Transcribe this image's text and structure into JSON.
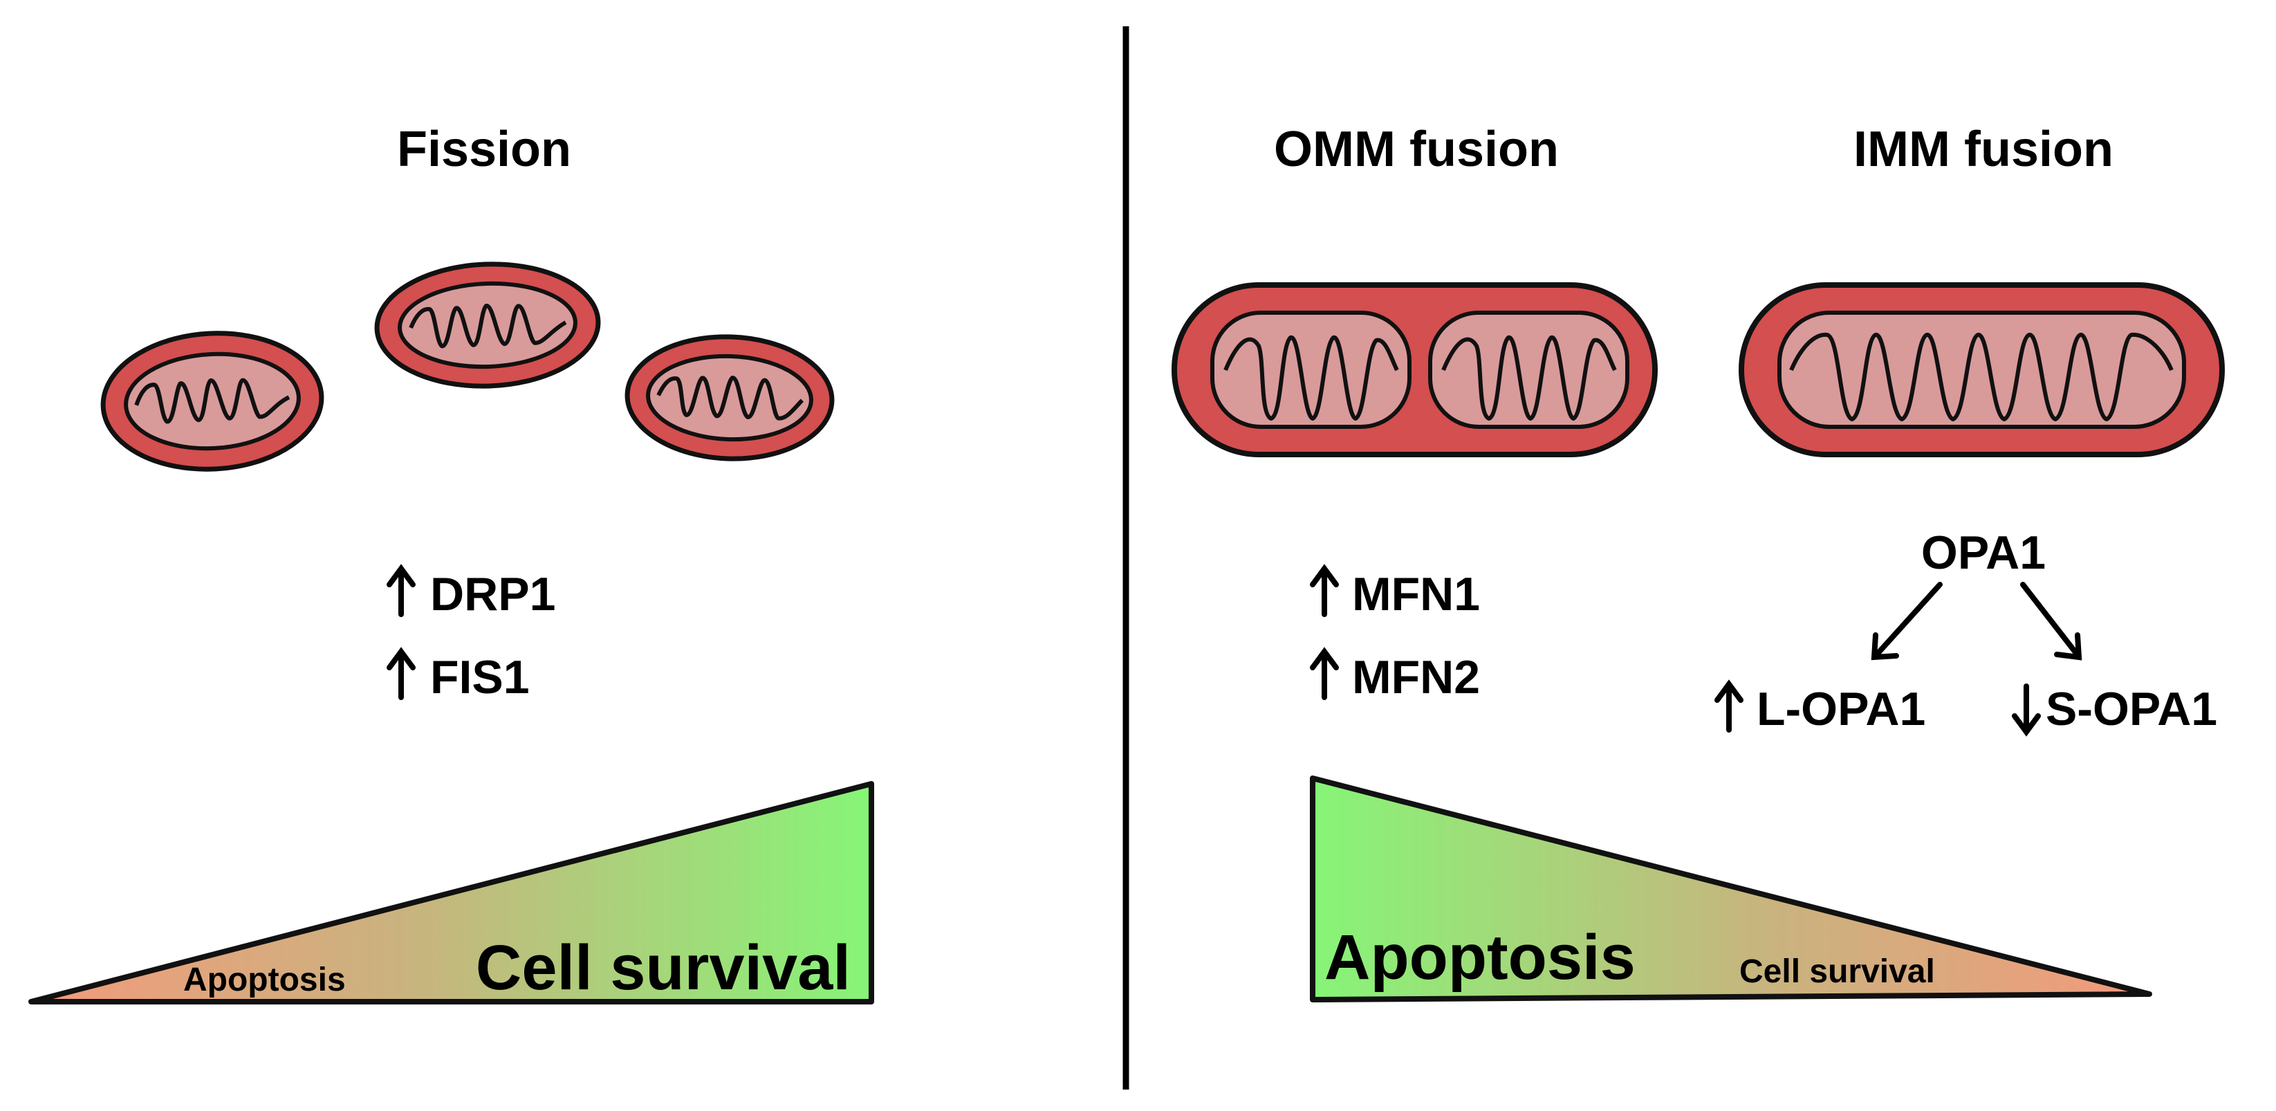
{
  "left_panel": {
    "title": "Fission",
    "markers": [
      {
        "arrow": "up",
        "label": "DRP1"
      },
      {
        "arrow": "up",
        "label": "FIS1"
      }
    ],
    "wedge": {
      "small_label": "Apoptosis",
      "large_label": "Cell survival"
    }
  },
  "right_panel": {
    "omm": {
      "title": "OMM fusion",
      "markers": [
        {
          "arrow": "up",
          "label": "MFN1"
        },
        {
          "arrow": "up",
          "label": "MFN2"
        }
      ]
    },
    "imm": {
      "title": "IMM fusion",
      "root": "OPA1",
      "branches": [
        {
          "arrow": "up",
          "label": "L-OPA1"
        },
        {
          "arrow": "down",
          "label": "S-OPA1"
        }
      ]
    },
    "wedge": {
      "large_label": "Apoptosis",
      "small_label": "Cell survival"
    }
  },
  "colors": {
    "outer_membrane": "#d44f4f",
    "inner_space": "#d99a9a",
    "outline": "#111111",
    "wedge_green": "#86f577",
    "wedge_salmon": "#f39a7c",
    "wedge_mid": "#c9b37e"
  }
}
